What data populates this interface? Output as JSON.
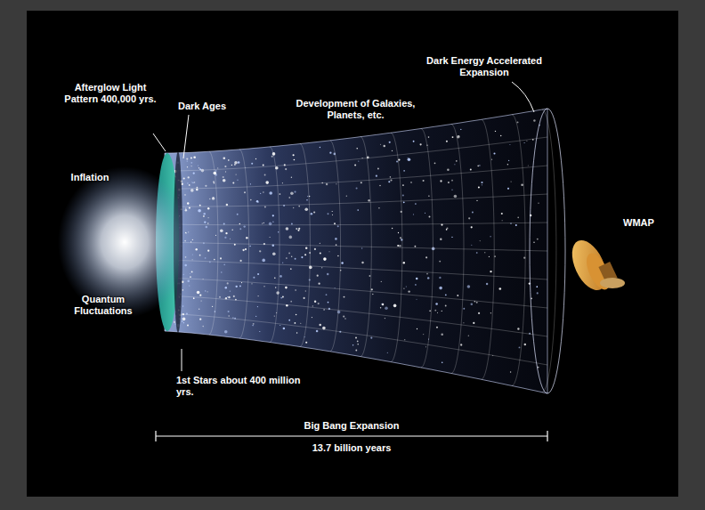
{
  "diagram": {
    "labels": [
      "Afterglow Light Pattern 400,000 yrs.",
      "Dark Ages",
      "Development of Galaxies, Planets, etc.",
      "Dark Energy Accelerated Expansion",
      "Inflation",
      "Quantum Fluctuations",
      "WMAP",
      "1st Stars about 400 million yrs.",
      "Big Bang Expansion",
      "13.7 billion years"
    ]
  }
}
